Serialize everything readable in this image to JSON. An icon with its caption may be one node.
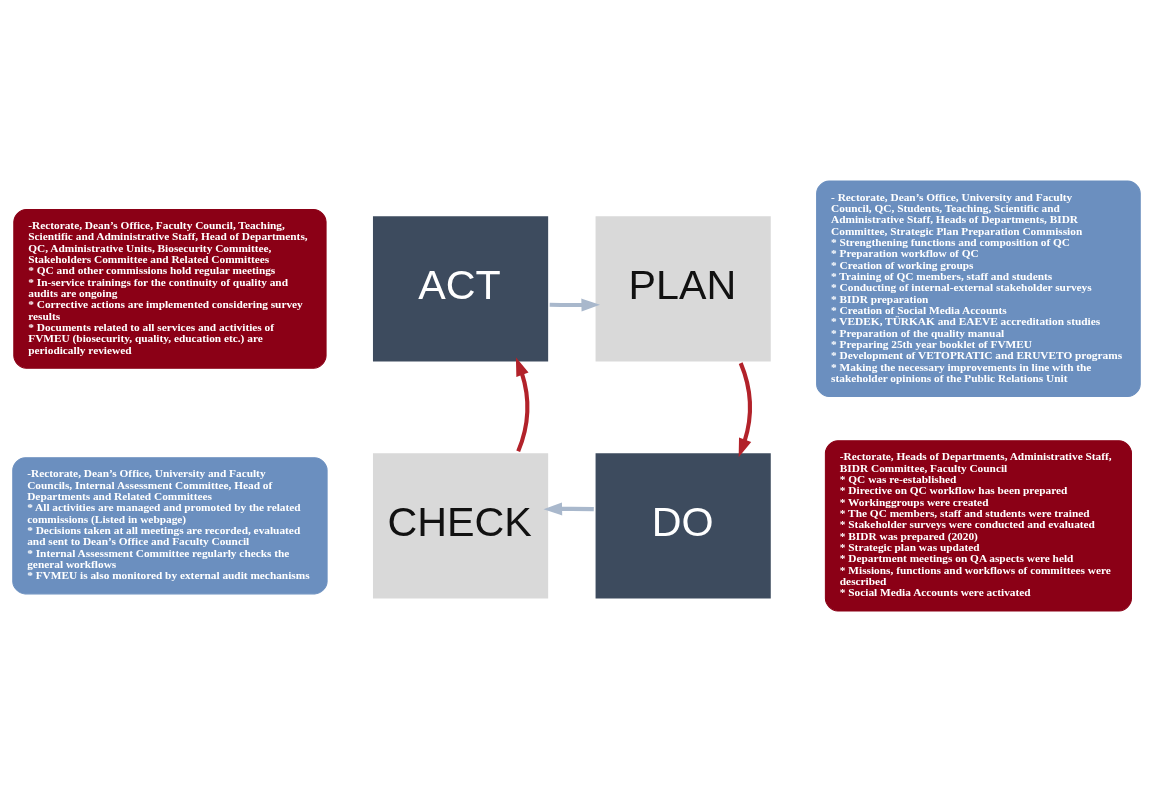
{
  "diagram": {
    "nodes": [
      {
        "text": [
          "- Rectorate, Dean’s Office, University and Faculty Council, QC, Students, Teaching, Scientific and Administrative Staff, Heads of Departments, BIDR Committee, Strategic Plan Preparation Commission",
          "* Strengthening functions and composition of QC",
          "* Preparation workflow of QC",
          "* Creation of working groups",
          "* Training of QC members, staff and students",
          "* Conducting of internal-external stakeholder surveys",
          "* BIDR preparation",
          "* Creation of Social Media Accounts",
          "* VEDEK, TÜRKAK and EAEVE accreditation studies",
          "* Preparation of the quality manual",
          "* Preparing 25th year booklet of FVMEU",
          "* Development of VETOPRATIC and ERUVETO programs",
          "* Making the necessary improvements in line with the stakeholder opinions of the Public Relations Unit"
        ]
      },
      {
        "text": [
          "-Rectorate, Dean’s Office, Faculty Council, Teaching, Scientific and Administrative Staff, Head of Departments, QC, Administrative Units, Biosecurity Committee, Stakeholders Committee and Related Committees",
          "* QC and other commissions hold regular meetings",
          "* In-service trainings for the continuity of quality and audits are ongoing",
          "* Corrective actions are implemented considering survey results",
          "* Documents related to all services and activities of FVMEU (biosecurity, quality, education etc.) are periodically reviewed"
        ]
      },
      {
        "text": [
          "ACT"
        ]
      },
      {
        "text": [
          "PLAN"
        ]
      },
      {
        "text": [
          "CHECK"
        ]
      },
      {
        "text": [
          "DO"
        ]
      },
      {
        "text": [
          "-Rectorate, Dean’s Office, University and Faculty Councils, Internal Assessment Committee, Head of Departments and Related Committees",
          "* All activities are managed and promoted by the related commissions (Listed in webpage)",
          "* Decisions taken at all meetings are recorded, evaluated and sent to Dean’s Office and Faculty Council",
          "* Internal Assessment Committee regularly checks the general workflows",
          "* FVMEU is also monitored by external audit mechanisms"
        ]
      },
      {
        "text": [
          "-Rectorate, Heads of Departments, Administrative Staff, BIDR Committee, Faculty Council",
          "* QC was re-established",
          "* Directive on QC workflow has been prepared",
          "* Workinggroups were created",
          "* The QC members, staff and students were trained",
          "* Stakeholder surveys were conducted and evaluated",
          "* BIDR was prepared (2020)",
          "* Strategic plan was updated",
          "* Department meetings on QA aspects were held",
          "* Missions, functions and workflows of committees were described",
          "* Social Media Accounts were activated"
        ]
      }
    ],
    "edges": [
      {
        "from": 2,
        "to": 3,
        "arrow": "to",
        "color": "#a9b8cc"
      },
      {
        "from": 3,
        "to": 5,
        "arrow": "to",
        "color": "#b2222a"
      },
      {
        "from": 5,
        "to": 4,
        "arrow": "to",
        "color": "#a9b8cc"
      },
      {
        "from": 4,
        "to": 2,
        "arrow": "to",
        "color": "#b2222a"
      }
    ]
  }
}
